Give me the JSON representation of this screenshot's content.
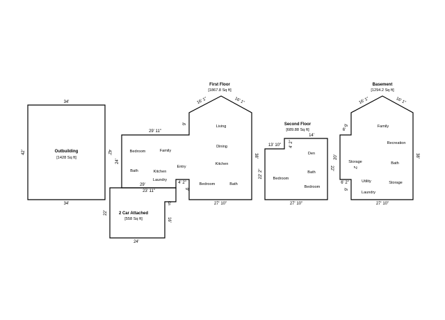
{
  "outbuilding": {
    "title": "Outbuilding",
    "area": "[1428 Sq ft]",
    "dims": {
      "top": "34'",
      "bottom": "34'",
      "left": "42'",
      "right": "42'"
    }
  },
  "garage": {
    "title": "2 Car Attached",
    "area": "[558 Sq ft]",
    "dims": {
      "top": "23' 11\"",
      "left": "22'",
      "bottom": "24'",
      "right": "16'",
      "notch": "5'"
    }
  },
  "first_floor": {
    "title": "First Floor",
    "area": "[1867.8 Sq ft]",
    "dims": {
      "left_top": "29' 11\"",
      "left_side": "24'",
      "step": "9'",
      "roof_left": "16' 1\"",
      "roof_right": "16' 1\"",
      "right": "38'",
      "bottom": "27' 10\"",
      "bottom_left": "29'",
      "jog": "4' 2\"",
      "jog_side": "9'"
    },
    "rooms": [
      "Bedroom",
      "Family",
      "Living",
      "Dining",
      "Kitchen",
      "Entry",
      "Kitchen",
      "Laundry",
      "Bath",
      "Bedroom",
      "Bath"
    ]
  },
  "second_floor": {
    "title": "Second Floor",
    "area": "[689.88 Sq ft]",
    "dims": {
      "top": "14'",
      "left_top": "13' 10\"",
      "step": "4' 2\"",
      "left": "22' 2\"",
      "right": "22'",
      "bottom": "27' 10\""
    },
    "rooms": [
      "Den",
      "Bath",
      "Bedroom",
      "Bedroom"
    ]
  },
  "basement": {
    "title": "Basement",
    "area": "[1294.2 Sq ft]",
    "dims": {
      "roof_left": "16' 1\"",
      "roof_right": "16' 1\"",
      "step": "9'",
      "step2": "6'",
      "left": "20'",
      "right": "38'",
      "bottom": "27' 10\"",
      "notch": "6' 2\"",
      "notch_side": "9'",
      "mid": "2'"
    },
    "rooms": [
      "Family",
      "Recreation",
      "Storage",
      "Bath",
      "Utility",
      "Storage",
      "Laundry"
    ]
  }
}
